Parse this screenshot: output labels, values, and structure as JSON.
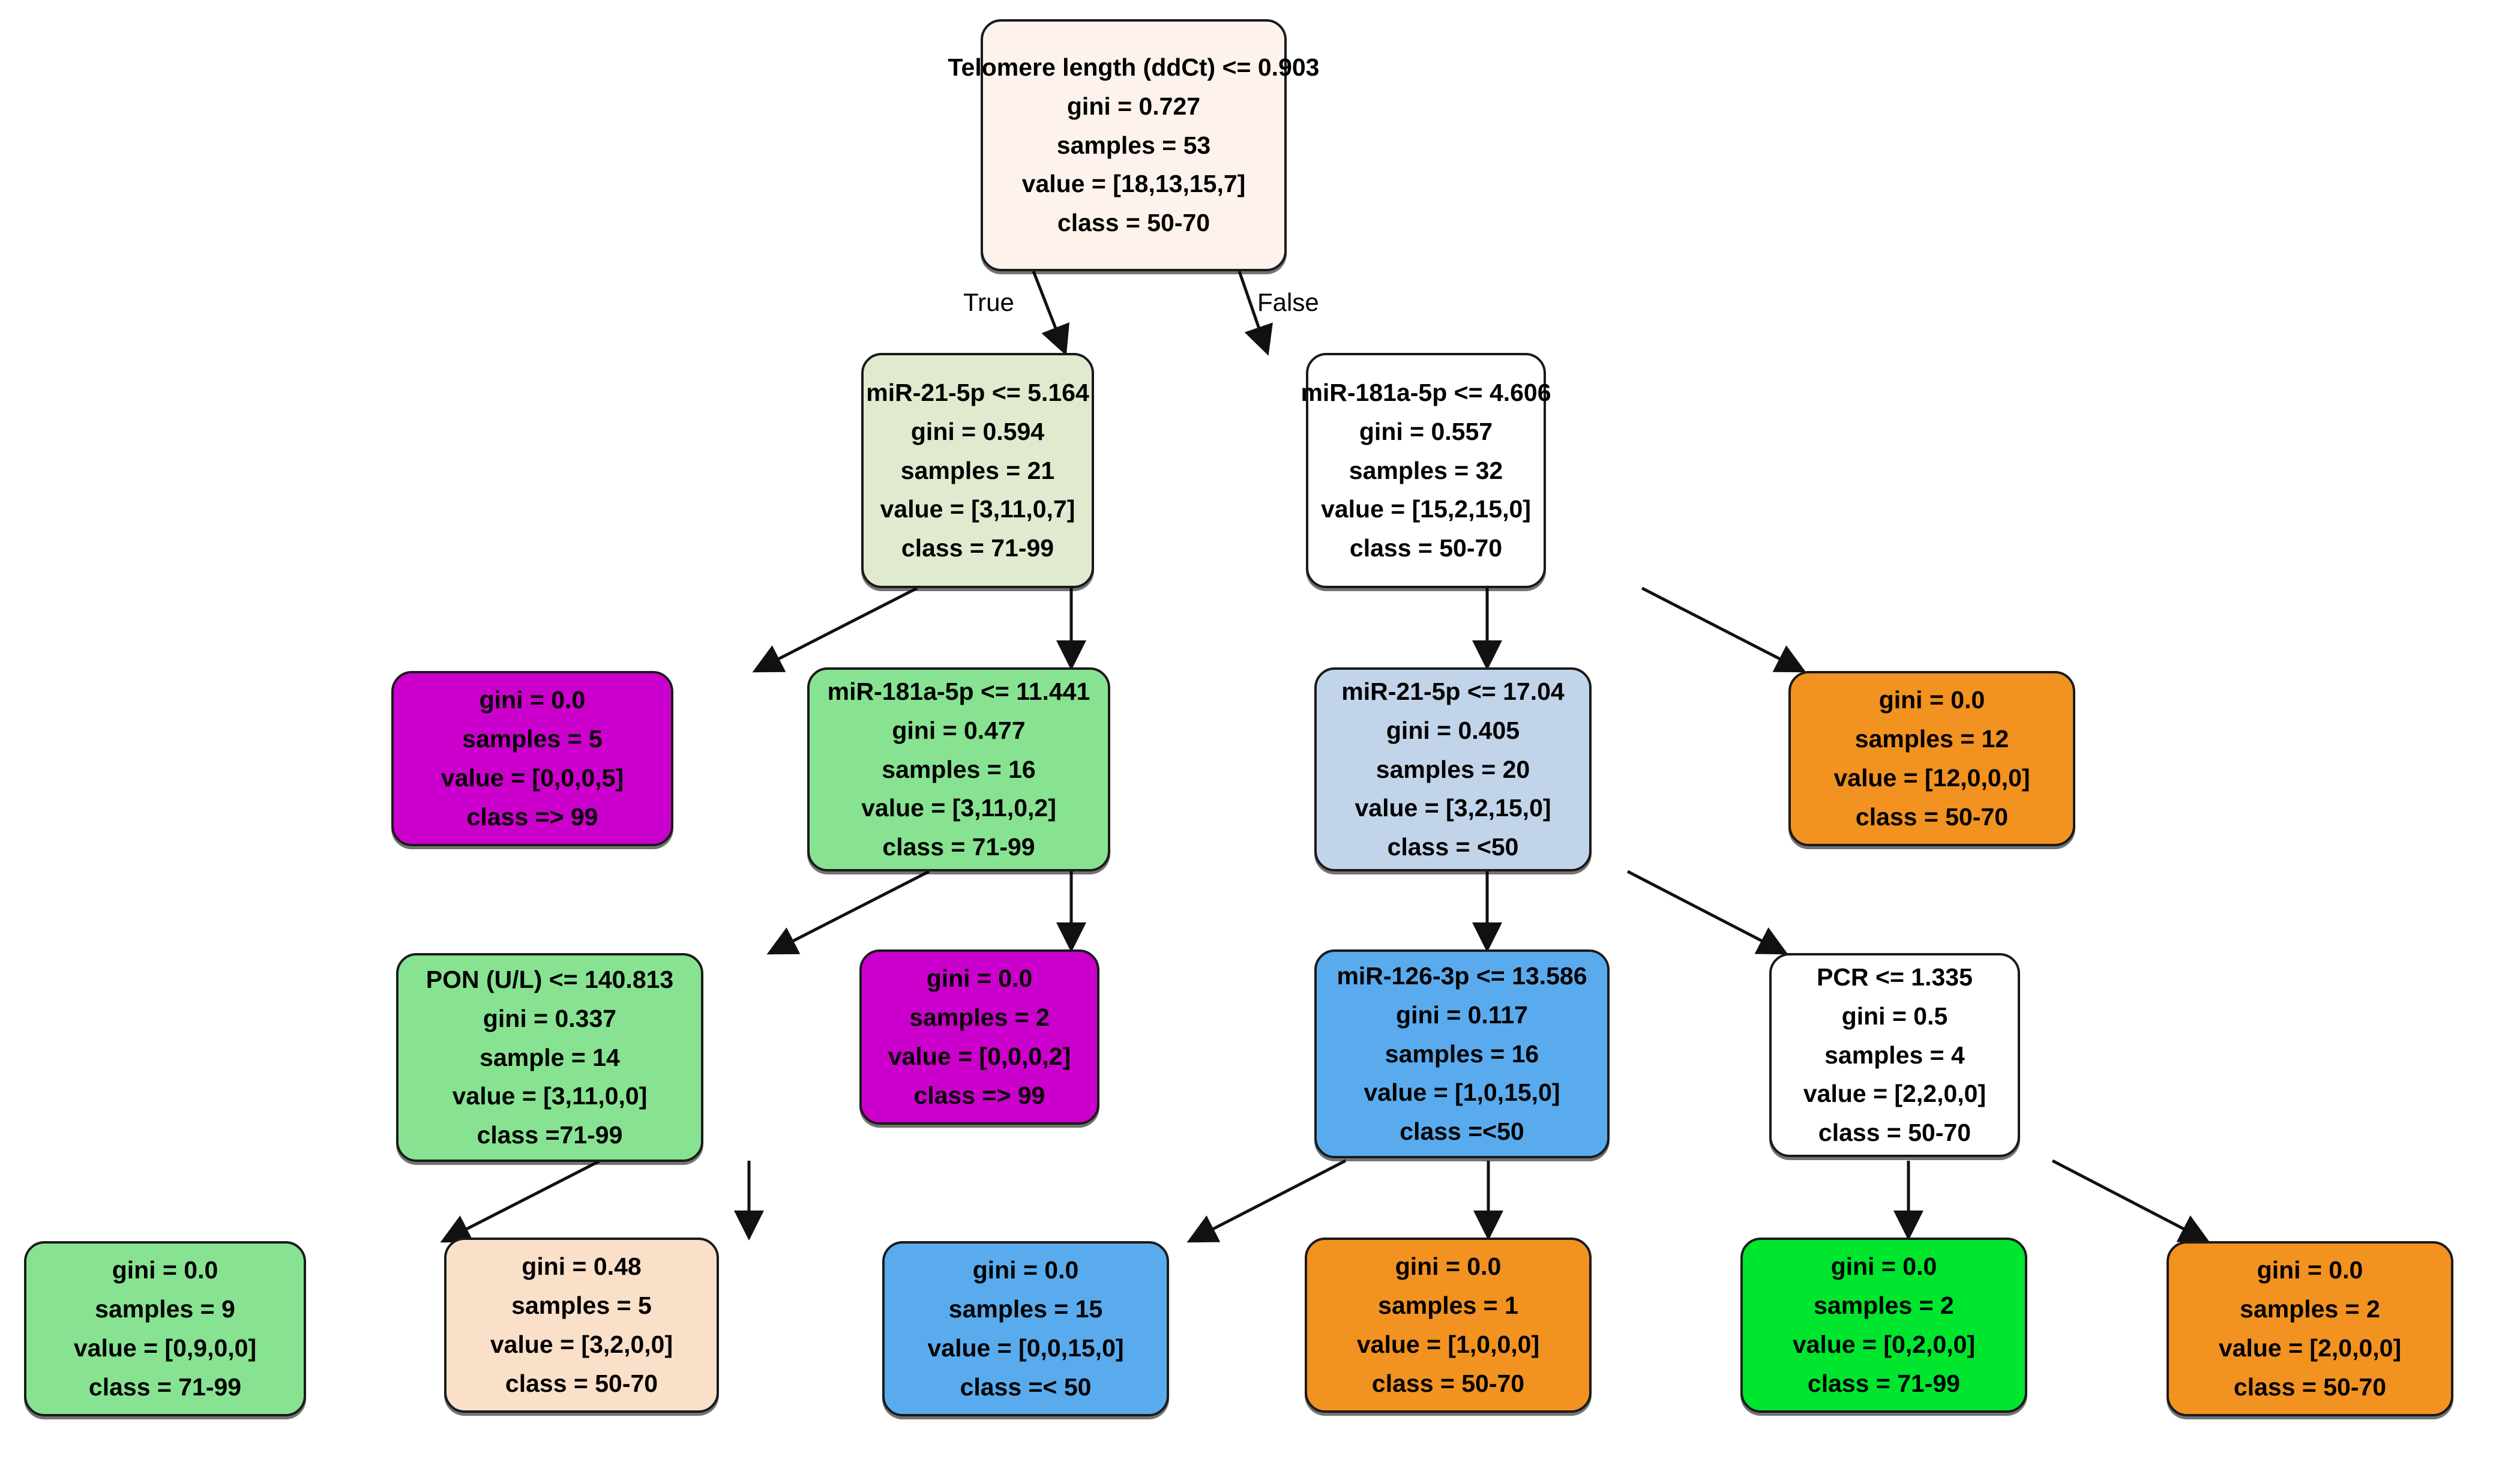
{
  "diagram": {
    "type": "decision-tree",
    "title": "",
    "edge_labels": {
      "true": "True",
      "false": "False"
    },
    "palette": {
      "cream": "#fdf3ec",
      "pale_green": "#e0eacf",
      "white": "#ffffff",
      "magenta": "#cc00cc",
      "light_green": "#87e391",
      "light_blue": "#c2d4ea",
      "orange": "#f29220",
      "blue": "#5aabed",
      "peach": "#fadfc9",
      "bright_green": "#00e62e",
      "border": "#1a1a1a",
      "text": "#000000"
    }
  },
  "nodes": [
    {
      "id": "root",
      "color": "cream",
      "lines": [
        "Telomere length (ddCt) <= 0.903",
        "gini = 0.727",
        "samples = 53",
        "value = [18,13,15,7]",
        "class = 50-70"
      ]
    },
    {
      "id": "n1",
      "color": "pale_green",
      "lines": [
        "miR-21-5p <= 5.164",
        "gini = 0.594",
        "samples = 21",
        "value = [3,11,0,7]",
        "class = 71-99"
      ]
    },
    {
      "id": "n2",
      "color": "white",
      "lines": [
        "miR-181a-5p <= 4.606",
        "gini = 0.557",
        "samples = 32",
        "value = [15,2,15,0]",
        "class = 50-70"
      ]
    },
    {
      "id": "n3",
      "color": "magenta",
      "lines": [
        "gini = 0.0",
        "samples = 5",
        "value = [0,0,0,5]",
        "class => 99"
      ]
    },
    {
      "id": "n4",
      "color": "light_green",
      "lines": [
        "miR-181a-5p <= 11.441",
        "gini = 0.477",
        "samples = 16",
        "value = [3,11,0,2]",
        "class = 71-99"
      ]
    },
    {
      "id": "n5",
      "color": "light_blue",
      "lines": [
        "miR-21-5p <= 17.04",
        "gini = 0.405",
        "samples = 20",
        "value = [3,2,15,0]",
        "class = <50"
      ]
    },
    {
      "id": "n6",
      "color": "orange",
      "lines": [
        "gini = 0.0",
        "samples = 12",
        "value = [12,0,0,0]",
        "class = 50-70"
      ]
    },
    {
      "id": "n7",
      "color": "light_green",
      "lines": [
        "PON (U/L) <= 140.813",
        "gini = 0.337",
        "sample = 14",
        "value = [3,11,0,0]",
        "class =71-99"
      ]
    },
    {
      "id": "n8",
      "color": "magenta",
      "lines": [
        "gini = 0.0",
        "samples = 2",
        "value = [0,0,0,2]",
        "class => 99"
      ]
    },
    {
      "id": "n9",
      "color": "blue",
      "lines": [
        "miR-126-3p <= 13.586",
        "gini = 0.117",
        "samples = 16",
        "value = [1,0,15,0]",
        "class =<50"
      ]
    },
    {
      "id": "n10",
      "color": "white",
      "lines": [
        "PCR <= 1.335",
        "gini = 0.5",
        "samples = 4",
        "value = [2,2,0,0]",
        "class = 50-70"
      ]
    },
    {
      "id": "l1",
      "color": "light_green",
      "lines": [
        "gini = 0.0",
        "samples = 9",
        "value = [0,9,0,0]",
        "class = 71-99"
      ]
    },
    {
      "id": "l2",
      "color": "peach",
      "lines": [
        "gini = 0.48",
        "samples = 5",
        "value = [3,2,0,0]",
        "class = 50-70"
      ]
    },
    {
      "id": "l3",
      "color": "blue",
      "lines": [
        "gini = 0.0",
        "samples = 15",
        "value = [0,0,15,0]",
        "class =< 50"
      ]
    },
    {
      "id": "l4",
      "color": "orange",
      "lines": [
        "gini = 0.0",
        "samples = 1",
        "value = [1,0,0,0]",
        "class = 50-70"
      ]
    },
    {
      "id": "l5",
      "color": "bright_green",
      "lines": [
        "gini = 0.0",
        "samples = 2",
        "value = [0,2,0,0]",
        "class = 71-99"
      ]
    },
    {
      "id": "l6",
      "color": "orange",
      "lines": [
        "gini = 0.0",
        "samples = 2",
        "value = [2,0,0,0]",
        "class = 50-70"
      ]
    }
  ]
}
